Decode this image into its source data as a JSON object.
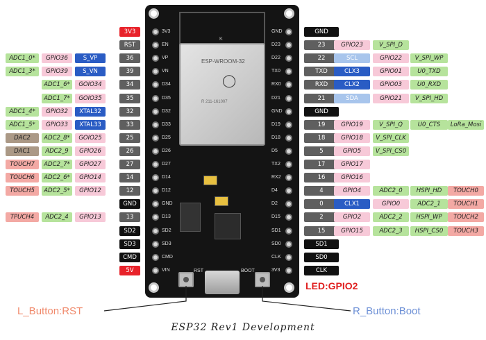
{
  "left_rows": [
    [
      [
        "red",
        "3V3"
      ]
    ],
    [
      [
        "gray",
        "RST"
      ]
    ],
    [
      [
        "gray",
        "36"
      ],
      [
        "blue",
        "S_VP"
      ],
      [
        "pink",
        "GPIO36"
      ],
      [
        "green",
        "ADC1_0*"
      ]
    ],
    [
      [
        "gray",
        "39"
      ],
      [
        "blue",
        "S_VN"
      ],
      [
        "pink",
        "GPIO39"
      ],
      [
        "green",
        "ADC1_3*"
      ]
    ],
    [
      [
        "gray",
        "34"
      ],
      [
        "pink",
        "GOIO34"
      ],
      [
        "green",
        "ADC1_6*"
      ]
    ],
    [
      [
        "gray",
        "35"
      ],
      [
        "pink",
        "GOIO35"
      ],
      [
        "green",
        "ADC1_7*"
      ]
    ],
    [
      [
        "gray",
        "32"
      ],
      [
        "blue",
        "XTAL32"
      ],
      [
        "pink",
        "GPIO32"
      ],
      [
        "green",
        "ADC1_4*"
      ]
    ],
    [
      [
        "gray",
        "33"
      ],
      [
        "blue",
        "XTAL33"
      ],
      [
        "pink",
        "GPIO33"
      ],
      [
        "green",
        "ADC1_5*"
      ]
    ],
    [
      [
        "gray",
        "25"
      ],
      [
        "pink",
        "GOIO25"
      ],
      [
        "green",
        "ADC2_8*"
      ],
      [
        "tan",
        "DAC2"
      ]
    ],
    [
      [
        "gray",
        "26"
      ],
      [
        "pink",
        "GPIO26"
      ],
      [
        "green",
        "ADC2_9"
      ],
      [
        "tan",
        "DAC1"
      ]
    ],
    [
      [
        "gray",
        "27"
      ],
      [
        "pink",
        "GPIO27"
      ],
      [
        "green",
        "ADC2_7*"
      ],
      [
        "salmon",
        "TOUCH7"
      ]
    ],
    [
      [
        "gray",
        "14"
      ],
      [
        "pink",
        "GPIO14"
      ],
      [
        "green",
        "ADC2_6*"
      ],
      [
        "salmon",
        "TOUCH6"
      ]
    ],
    [
      [
        "gray",
        "12"
      ],
      [
        "pink",
        "GPIO12"
      ],
      [
        "green",
        "ADC2_5*"
      ],
      [
        "salmon",
        "TOUCH5"
      ]
    ],
    [
      [
        "black",
        "GND"
      ]
    ],
    [
      [
        "gray",
        "13"
      ],
      [
        "pink",
        "GPIO13"
      ],
      [
        "green",
        "ADC2_4"
      ],
      [
        "salmon",
        "TPUCH4"
      ]
    ],
    [
      [
        "black",
        "SD2"
      ]
    ],
    [
      [
        "black",
        "SD3"
      ]
    ],
    [
      [
        "black",
        "CMD"
      ]
    ],
    [
      [
        "red",
        "5V"
      ]
    ]
  ],
  "right_rows": [
    [
      [
        "black",
        "GND"
      ]
    ],
    [
      [
        "gray",
        "23"
      ],
      [
        "pink",
        "GPIO23"
      ],
      [
        "green",
        "V_SPI_D"
      ]
    ],
    [
      [
        "gray",
        "22"
      ],
      [
        "lblue",
        "SCL"
      ],
      [
        "pink",
        "GPIO22"
      ],
      [
        "green",
        "V_SPI_WP"
      ]
    ],
    [
      [
        "gray",
        "TXD"
      ],
      [
        "blue",
        "CLX3"
      ],
      [
        "pink",
        "GPIO01"
      ],
      [
        "green",
        "U0_TXD"
      ]
    ],
    [
      [
        "gray",
        "RXD"
      ],
      [
        "blue",
        "CLX2"
      ],
      [
        "pink",
        "GPIO03"
      ],
      [
        "green",
        "U0_RXD"
      ]
    ],
    [
      [
        "gray",
        "21"
      ],
      [
        "lblue",
        "SDA"
      ],
      [
        "pink",
        "GPIO21"
      ],
      [
        "green",
        "V_SPI_HD"
      ]
    ],
    [
      [
        "black",
        "GND"
      ]
    ],
    [
      [
        "gray",
        "19"
      ],
      [
        "pink",
        "GPIO19"
      ],
      [
        "green",
        "V_SPI_Q"
      ],
      [
        "green",
        "U0_CTS"
      ],
      [
        "green",
        "LoRa_Mosi"
      ]
    ],
    [
      [
        "gray",
        "18"
      ],
      [
        "pink",
        "GPIO18"
      ],
      [
        "green",
        "V_SPI_CLK"
      ]
    ],
    [
      [
        "gray",
        "5"
      ],
      [
        "pink",
        "GPIO5"
      ],
      [
        "green",
        "V_SPI_CS0"
      ]
    ],
    [
      [
        "gray",
        "17"
      ],
      [
        "pink",
        "GPIO17"
      ]
    ],
    [
      [
        "gray",
        "16"
      ],
      [
        "pink",
        "GPIO16"
      ]
    ],
    [
      [
        "gray",
        "4"
      ],
      [
        "pink",
        "GPIO4"
      ],
      [
        "green",
        "ADC2_0"
      ],
      [
        "green",
        "HSPI_HD"
      ],
      [
        "salmon",
        "TOUCH0"
      ]
    ],
    [
      [
        "gray",
        "0"
      ],
      [
        "blue",
        "CLX1"
      ],
      [
        "pink",
        "GPIO0"
      ],
      [
        "green",
        "ADC2_1"
      ],
      [
        "salmon",
        "TOUCH1"
      ]
    ],
    [
      [
        "gray",
        "2"
      ],
      [
        "pink",
        "GPIO2"
      ],
      [
        "green",
        "ADC2_2"
      ],
      [
        "green",
        "HSPI_WP"
      ],
      [
        "salmon",
        "TOUCH2"
      ]
    ],
    [
      [
        "gray",
        "15"
      ],
      [
        "pink",
        "GPIO15"
      ],
      [
        "green",
        "ADC2_3"
      ],
      [
        "green",
        "HSPI_CS0"
      ],
      [
        "salmon",
        "TOUCH3"
      ]
    ],
    [
      [
        "black",
        "SD1"
      ]
    ],
    [
      [
        "black",
        "SD0"
      ]
    ],
    [
      [
        "black",
        "CLK"
      ]
    ]
  ],
  "board": {
    "left_silk": [
      "3V3",
      "EN",
      "VP",
      "VN",
      "D34",
      "D35",
      "D32",
      "D33",
      "D25",
      "D26",
      "D27",
      "D14",
      "D12",
      "GND",
      "D13",
      "SD2",
      "SD3",
      "CMD",
      "VIN"
    ],
    "right_silk": [
      "GND",
      "D23",
      "D22",
      "TX0",
      "RX0",
      "D21",
      "GND",
      "D19",
      "D18",
      "D5",
      "TX2",
      "RX2",
      "D4",
      "D2",
      "D15",
      "SD1",
      "SD0",
      "CLK",
      "3V3"
    ],
    "module_text": "ESP-WROOM-32",
    "module_marking": "R 211-161007",
    "antenna_mark": "K",
    "rst_silk": "RST",
    "boot_silk": "BOOT"
  },
  "annotations": {
    "led": "LED:GPIO2",
    "left_button": "L_Button:RST",
    "right_button": "R_Button:Boot",
    "caption": "ESP32 Rev1 Development"
  },
  "colors": {
    "red": "#e8222a",
    "gray": "#5f5f5f",
    "black": "#111111",
    "blue": "#2a5cc4",
    "pink": "#f7c9d8",
    "green": "#b6e39c",
    "tan": "#ab9986",
    "lightblue": "#a8c5ec",
    "salmon": "#f3a9a4",
    "led_label": "#e02020",
    "left_button_label": "#f08a6c",
    "right_button_label": "#6d90d6"
  }
}
